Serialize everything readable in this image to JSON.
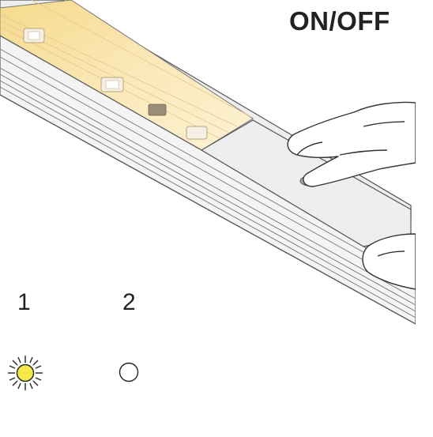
{
  "title": "ON/OFF",
  "states": [
    {
      "label": "1",
      "icon": "light-on-icon",
      "color": "#f7e94a"
    },
    {
      "label": "2",
      "icon": "light-off-icon",
      "color": "#ffffff"
    }
  ],
  "colors": {
    "led_glow": "#fbe8b0",
    "profile": "#f2f2f2",
    "outline": "#555555",
    "button": "#a8a8a8"
  }
}
